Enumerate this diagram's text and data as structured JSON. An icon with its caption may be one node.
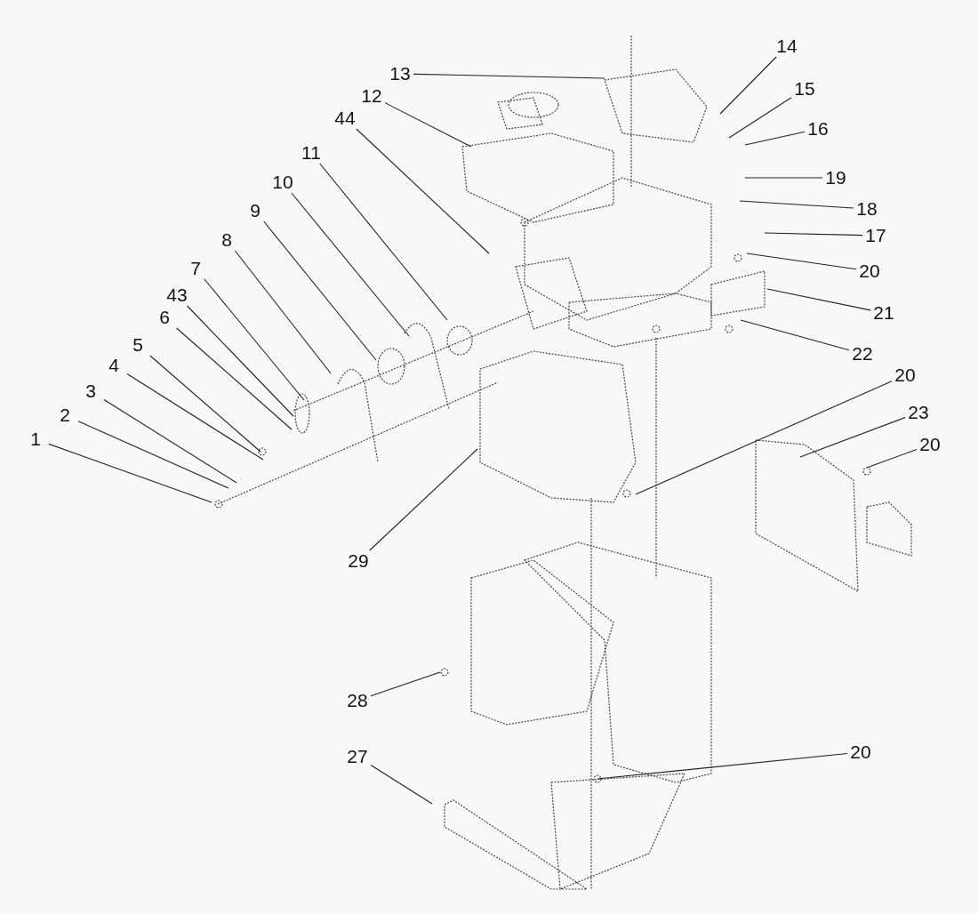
{
  "diagram": {
    "nodes": [
      {
        "text": [
          "13"
        ]
      },
      {
        "text": [
          "12"
        ]
      },
      {
        "text": [
          "44"
        ]
      },
      {
        "text": [
          "11"
        ]
      },
      {
        "text": [
          "10"
        ]
      },
      {
        "text": [
          "9"
        ]
      },
      {
        "text": [
          "8"
        ]
      },
      {
        "text": [
          "7"
        ]
      },
      {
        "text": [
          "43"
        ]
      },
      {
        "text": [
          "6"
        ]
      },
      {
        "text": [
          "5"
        ]
      },
      {
        "text": [
          "4"
        ]
      },
      {
        "text": [
          "3"
        ]
      },
      {
        "text": [
          "2"
        ]
      },
      {
        "text": [
          "1"
        ]
      },
      {
        "text": [
          "14"
        ]
      },
      {
        "text": [
          "15"
        ]
      },
      {
        "text": [
          "16"
        ]
      },
      {
        "text": [
          "19"
        ]
      },
      {
        "text": [
          "18"
        ]
      },
      {
        "text": [
          "17"
        ]
      },
      {
        "text": [
          "20"
        ]
      },
      {
        "text": [
          "21"
        ]
      },
      {
        "text": [
          "22"
        ]
      },
      {
        "text": [
          "20"
        ]
      },
      {
        "text": [
          "23"
        ]
      },
      {
        "text": [
          "20"
        ]
      },
      {
        "text": [
          "29"
        ]
      },
      {
        "text": [
          "28"
        ]
      },
      {
        "text": [
          "27"
        ]
      },
      {
        "text": [
          "20"
        ]
      }
    ],
    "edges": [
      {
        "from": 0,
        "to": null,
        "arrow": "none"
      },
      {
        "from": 1,
        "to": null,
        "arrow": "none"
      },
      {
        "from": 2,
        "to": null,
        "arrow": "none"
      },
      {
        "from": 3,
        "to": null,
        "arrow": "none"
      },
      {
        "from": 4,
        "to": null,
        "arrow": "none"
      },
      {
        "from": 5,
        "to": null,
        "arrow": "none"
      },
      {
        "from": 6,
        "to": null,
        "arrow": "none"
      },
      {
        "from": 7,
        "to": null,
        "arrow": "none"
      },
      {
        "from": 8,
        "to": null,
        "arrow": "none"
      },
      {
        "from": 9,
        "to": null,
        "arrow": "none"
      },
      {
        "from": 10,
        "to": null,
        "arrow": "none"
      },
      {
        "from": 11,
        "to": null,
        "arrow": "none"
      },
      {
        "from": 12,
        "to": null,
        "arrow": "none"
      },
      {
        "from": 13,
        "to": null,
        "arrow": "none"
      },
      {
        "from": 14,
        "to": null,
        "arrow": "none"
      },
      {
        "from": 15,
        "to": null,
        "arrow": "none"
      },
      {
        "from": 16,
        "to": null,
        "arrow": "none"
      },
      {
        "from": 17,
        "to": null,
        "arrow": "none"
      },
      {
        "from": 18,
        "to": null,
        "arrow": "none"
      },
      {
        "from": 19,
        "to": null,
        "arrow": "none"
      },
      {
        "from": 20,
        "to": null,
        "arrow": "none"
      },
      {
        "from": 21,
        "to": null,
        "arrow": "none"
      },
      {
        "from": 22,
        "to": null,
        "arrow": "none"
      },
      {
        "from": 23,
        "to": null,
        "arrow": "none"
      },
      {
        "from": 24,
        "to": null,
        "arrow": "none"
      },
      {
        "from": 25,
        "to": null,
        "arrow": "none"
      },
      {
        "from": 26,
        "to": null,
        "arrow": "none"
      },
      {
        "from": 27,
        "to": null,
        "arrow": "none"
      },
      {
        "from": 28,
        "to": null,
        "arrow": "none"
      },
      {
        "from": 29,
        "to": null,
        "arrow": "none"
      },
      {
        "from": 30,
        "to": null,
        "arrow": "none"
      }
    ]
  }
}
